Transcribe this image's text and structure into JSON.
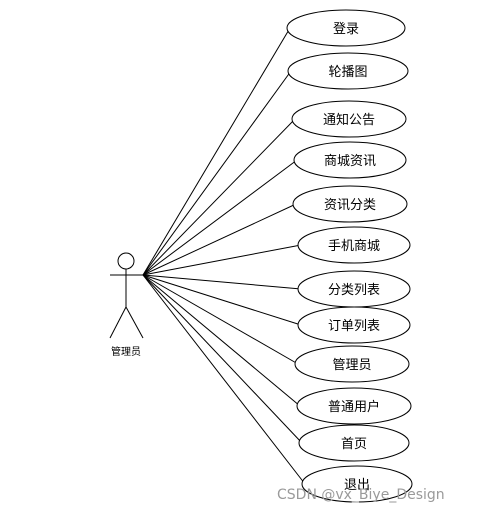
{
  "actor": {
    "label": "管理员"
  },
  "use_cases": [
    {
      "label": "登录"
    },
    {
      "label": "轮播图"
    },
    {
      "label": "通知公告"
    },
    {
      "label": "商城资讯"
    },
    {
      "label": "资讯分类"
    },
    {
      "label": "手机商城"
    },
    {
      "label": "分类列表"
    },
    {
      "label": "订单列表"
    },
    {
      "label": "管理员"
    },
    {
      "label": "普通用户"
    },
    {
      "label": "首页"
    },
    {
      "label": "退出"
    }
  ],
  "watermark": "CSDN @vx_Biye_Design",
  "colors": {
    "stroke": "#000000",
    "background": "#ffffff",
    "watermark": "#9a9a9a"
  }
}
